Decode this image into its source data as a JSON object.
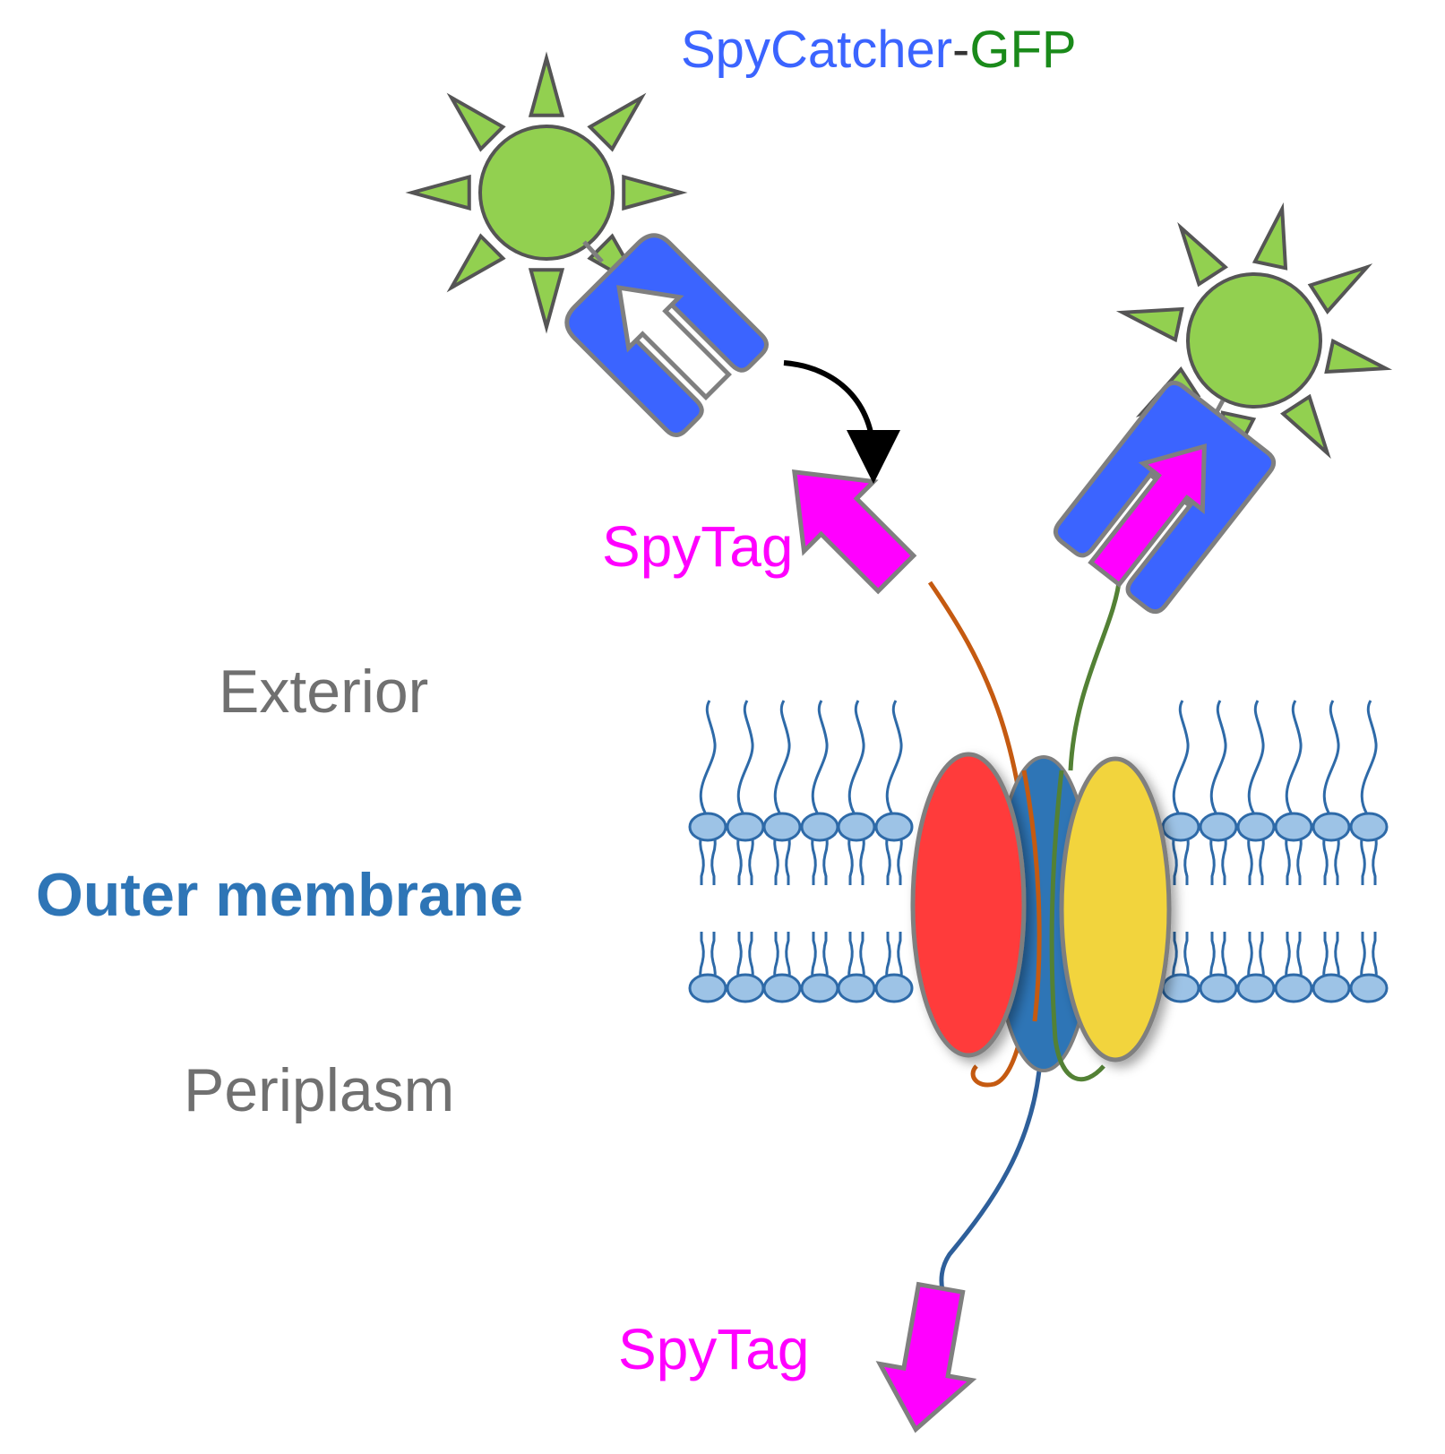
{
  "labels": {
    "title_part1": "SpyCatcher",
    "title_dash": "-",
    "title_part2": "GFP",
    "spytag_top": "SpyTag",
    "spytag_bottom": "SpyTag",
    "exterior": "Exterior",
    "outer_membrane": "Outer membrane",
    "periplasm": "Periplasm"
  },
  "colors": {
    "spycatcher_blue": "#3b64ff",
    "gfp_green": "#1a8a1a",
    "gfp_body": "#92d050",
    "spytag_magenta": "#ff00ff",
    "region_gray": "#707070",
    "membrane_blue": "#2e75b6",
    "lipid_head": "#9dc3e6",
    "lipid_tail": "#2e6aa8",
    "protein_red": "#ff3b3b",
    "protein_blue": "#2e75b6",
    "protein_yellow": "#f2d43c",
    "linker_orange": "#c55a11",
    "linker_green": "#538135",
    "linker_blue": "#2e5f9a"
  },
  "icons": {
    "gfp": "sun-icon",
    "spycatcher": "u-clamp-icon",
    "spytag": "arrow-icon",
    "binding_arrow": "curved-arrow-icon"
  }
}
